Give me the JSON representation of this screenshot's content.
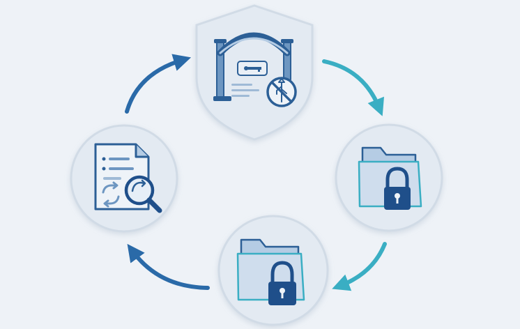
{
  "diagram": {
    "type": "cycle",
    "nodes": [
      {
        "id": "gateway",
        "icon": "security-gateway-shield-icon",
        "sub_icons": [
          "gateway-arch-icon",
          "key-card-icon",
          "no-usb-icon"
        ]
      },
      {
        "id": "encrypted-folder-1",
        "icon": "locked-folder-icon"
      },
      {
        "id": "encrypted-folder-2",
        "icon": "locked-folder-icon"
      },
      {
        "id": "audit",
        "icon": "document-search-icon",
        "sub_icons": [
          "document-icon",
          "refresh-icon",
          "magnifier-icon"
        ]
      }
    ],
    "edges": [
      {
        "from": "gateway",
        "to": "encrypted-folder-1",
        "color": "#3aaec3"
      },
      {
        "from": "encrypted-folder-1",
        "to": "encrypted-folder-2",
        "color": "#3aaec3"
      },
      {
        "from": "encrypted-folder-2",
        "to": "audit",
        "color": "#2a6aa8"
      },
      {
        "from": "audit",
        "to": "gateway",
        "color": "#2a6aa8"
      }
    ]
  },
  "colors": {
    "background": "#eef2f7",
    "node_fill": "#e3eaf2",
    "node_stroke": "#d1dbe6",
    "icon_dark": "#2c5f96",
    "icon_navy": "#1f4f8a",
    "icon_mid": "#6d96c1",
    "icon_light": "#b5cce4",
    "teal": "#3aaec3",
    "blue": "#2a6aa8"
  }
}
